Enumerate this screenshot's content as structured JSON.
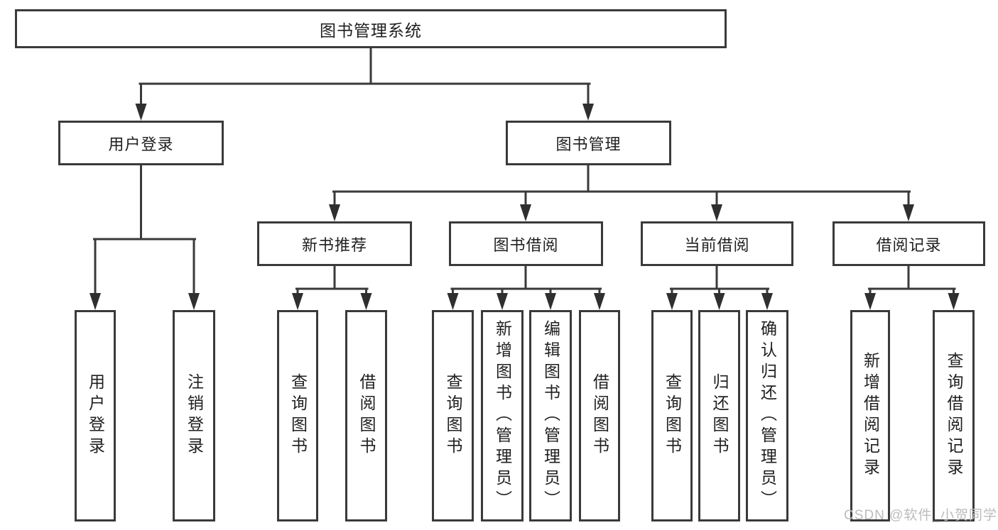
{
  "diagram": {
    "title": "图书管理系统",
    "level2": [
      {
        "label": "用户登录",
        "leaves": [
          "用户登录",
          "注销登录"
        ]
      },
      {
        "label": "图书管理",
        "children": [
          {
            "label": "新书推荐",
            "leaves": [
              "查询图书",
              "借阅图书"
            ]
          },
          {
            "label": "图书借阅",
            "leaves": [
              "查询图书",
              "新增图书（管理员）",
              "编辑图书（管理员）",
              "借阅图书"
            ]
          },
          {
            "label": "当前借阅",
            "leaves": [
              "查询图书",
              "归还图书",
              "确认归还（管理员）"
            ]
          },
          {
            "label": "借阅记录",
            "leaves": [
              "新增借阅记录",
              "查询借阅记录"
            ]
          }
        ]
      }
    ]
  },
  "watermark": {
    "text": "CSDN @软件_小贺同学"
  },
  "colors": {
    "line": "#3a3a3a",
    "text": "#1f1f1f",
    "background": "#ffffff",
    "watermark": "#bcbcbc"
  }
}
